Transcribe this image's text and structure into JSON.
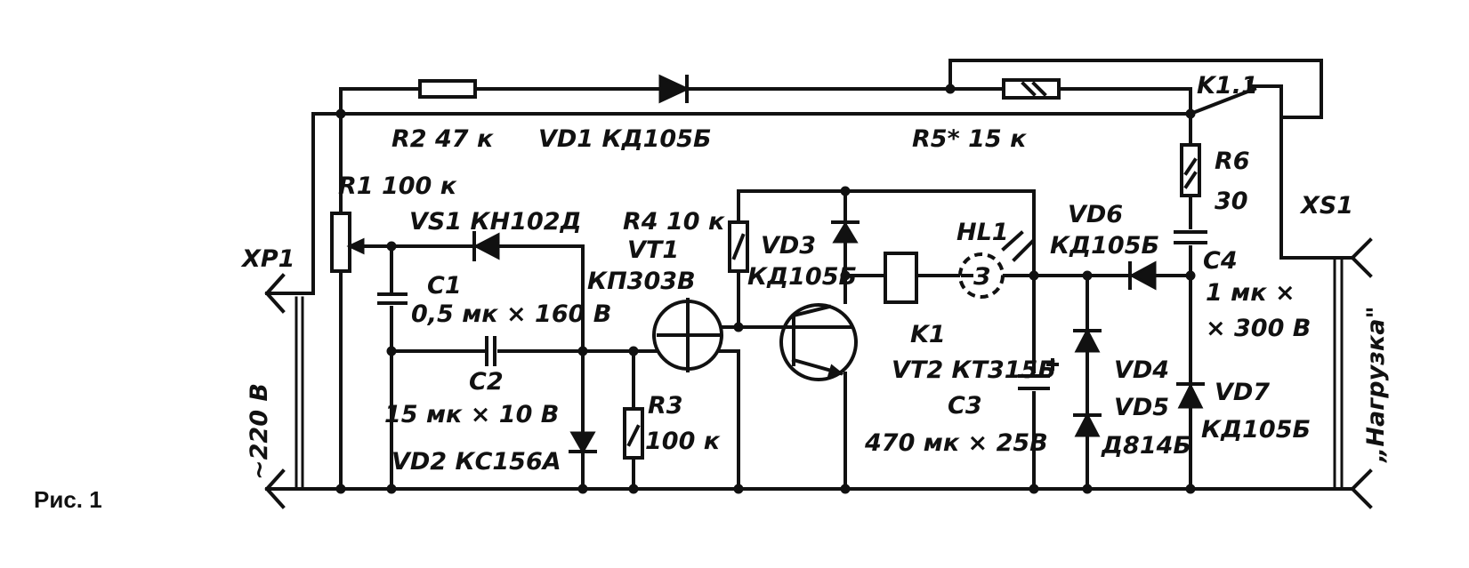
{
  "figure_caption": "Рис. 1",
  "labels": {
    "r2": "R2  47 к",
    "vd1": "VD1  КД105Б",
    "r5": "R5* 15 к",
    "k11": "K1.1",
    "r1": "R1  100 к",
    "r6": "R6",
    "r6_value": "30",
    "vs1": "VS1  КН102Д",
    "r4": "R4  10 к",
    "vd6": "VD6",
    "vd6_type": "КД105Б",
    "xs1": "XS1",
    "xp1": "XP1",
    "vt1": "VT1",
    "vt1_type": "КП303В",
    "vd3": "VD3",
    "vd3_type": "КД105Б",
    "hl1": "HL1",
    "c1": "C1",
    "c1_value": "0,5 мк × 160 В",
    "c4": "C4",
    "c4_value1": "1 мк ×",
    "c4_value2": "× 300 В",
    "c2": "C2",
    "c2_value": "15 мк × 10 В",
    "vd2": "VD2  КС156А",
    "r3": "R3",
    "r3_value": "100 к",
    "k1": "K1",
    "vt2": "VT2  КТ315Б",
    "c3": "C3",
    "c3_value": "470 мк × 25В",
    "vd4": "VD4",
    "vd5": "VD5",
    "vd45_type": "Д814Б",
    "vd7": "VD7",
    "vd7_type": "КД105Б",
    "mains": "~220 В",
    "load": "„Нагрузка\"",
    "hl1_marker": "З"
  }
}
